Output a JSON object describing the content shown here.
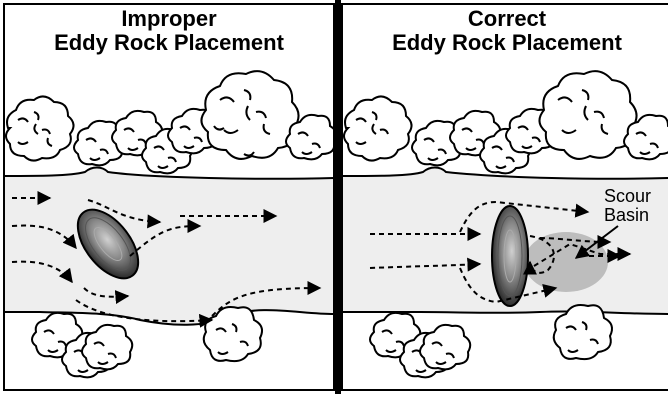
{
  "panels": {
    "left": {
      "title_line1": "Improper",
      "title_line2": "Eddy Rock Placement"
    },
    "right": {
      "title_line1": "Correct",
      "title_line2": "Eddy Rock Placement",
      "annotation_line1": "Scour",
      "annotation_line2": "Basin"
    }
  },
  "colors": {
    "water": "#eeeeee",
    "outline": "#000000",
    "scour_basin": "#bdbdbd"
  }
}
